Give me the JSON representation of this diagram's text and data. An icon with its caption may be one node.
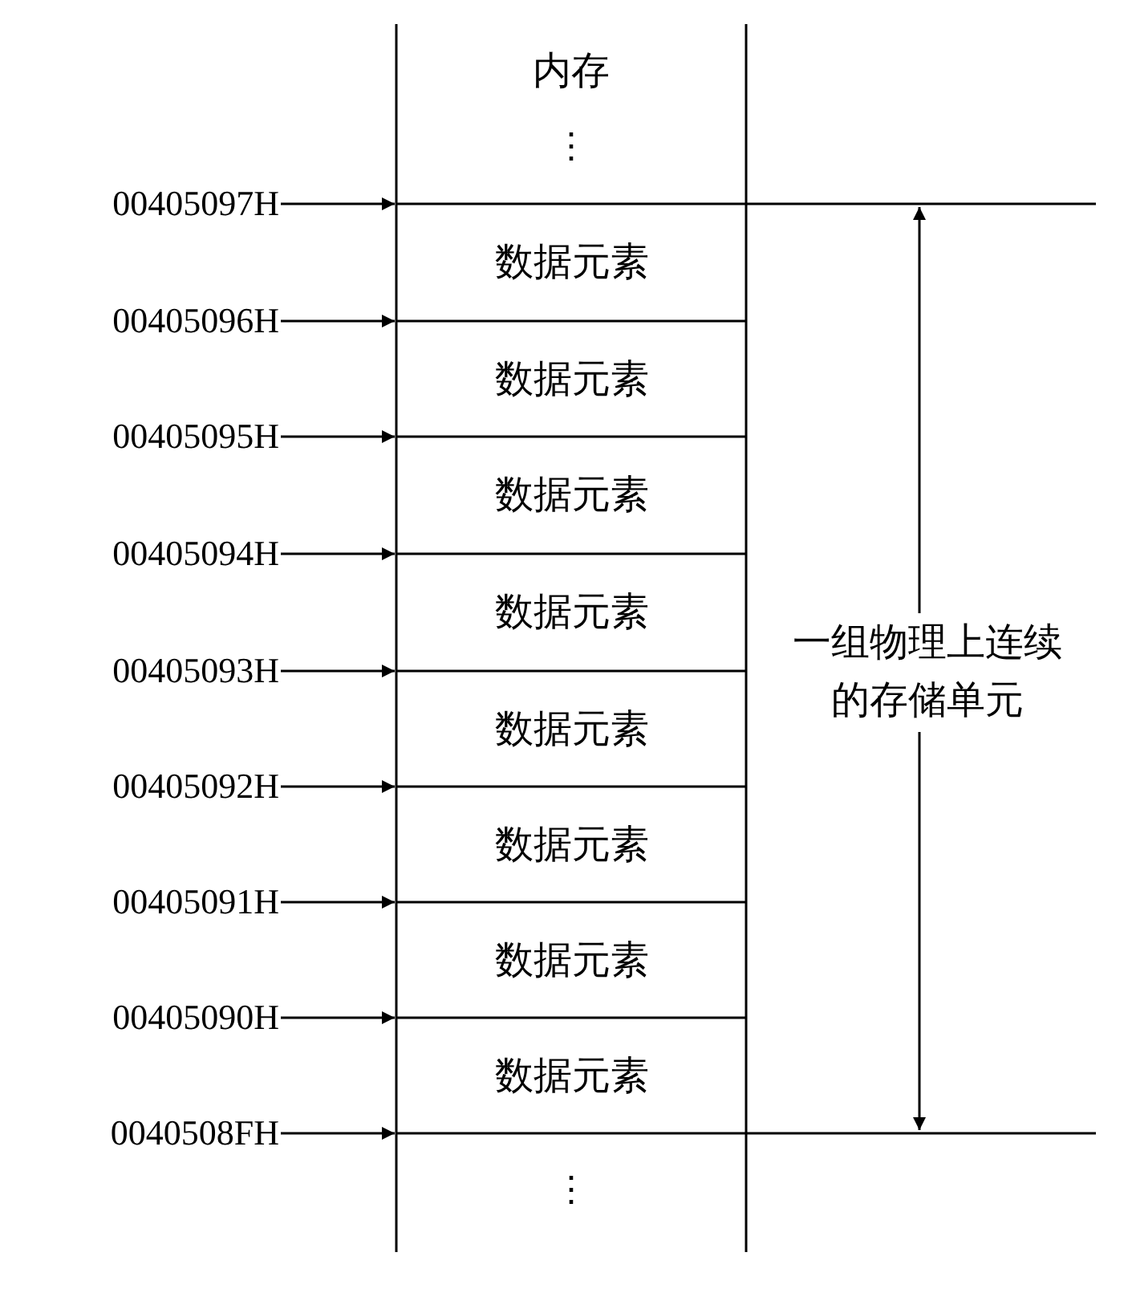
{
  "diagram": {
    "nodes": [
      {
        "text": [
          "00405097H"
        ]
      },
      {
        "text": [
          "数据元素"
        ]
      },
      {
        "text": [
          "00405096H"
        ]
      },
      {
        "text": [
          "数据元素"
        ]
      },
      {
        "text": [
          "00405095H"
        ]
      },
      {
        "text": [
          "数据元素"
        ]
      },
      {
        "text": [
          "00405094H"
        ]
      },
      {
        "text": [
          "数据元素"
        ]
      },
      {
        "text": [
          "00405093H"
        ]
      },
      {
        "text": [
          "数据元素"
        ]
      },
      {
        "text": [
          "00405092H"
        ]
      },
      {
        "text": [
          "数据元素"
        ]
      },
      {
        "text": [
          "00405091H"
        ]
      },
      {
        "text": [
          "数据元素"
        ]
      },
      {
        "text": [
          "00405090H"
        ]
      },
      {
        "text": [
          "数据元素"
        ]
      },
      {
        "text": [
          "0040508FH"
        ]
      }
    ],
    "edges": [
      {
        "from": 0,
        "to": null,
        "arrow": "to"
      },
      {
        "from": 2,
        "to": null,
        "arrow": "to"
      },
      {
        "from": 4,
        "to": null,
        "arrow": "to"
      },
      {
        "from": 6,
        "to": null,
        "arrow": "to"
      },
      {
        "from": 8,
        "to": null,
        "arrow": "to"
      },
      {
        "from": 10,
        "to": null,
        "arrow": "to"
      },
      {
        "from": 12,
        "to": null,
        "arrow": "to"
      },
      {
        "from": 14,
        "to": null,
        "arrow": "to"
      },
      {
        "from": 16,
        "to": null,
        "arrow": "to"
      }
    ],
    "labels": [
      "内存",
      "⋮",
      "一组物理上连续的存储单元",
      "⋮"
    ]
  }
}
